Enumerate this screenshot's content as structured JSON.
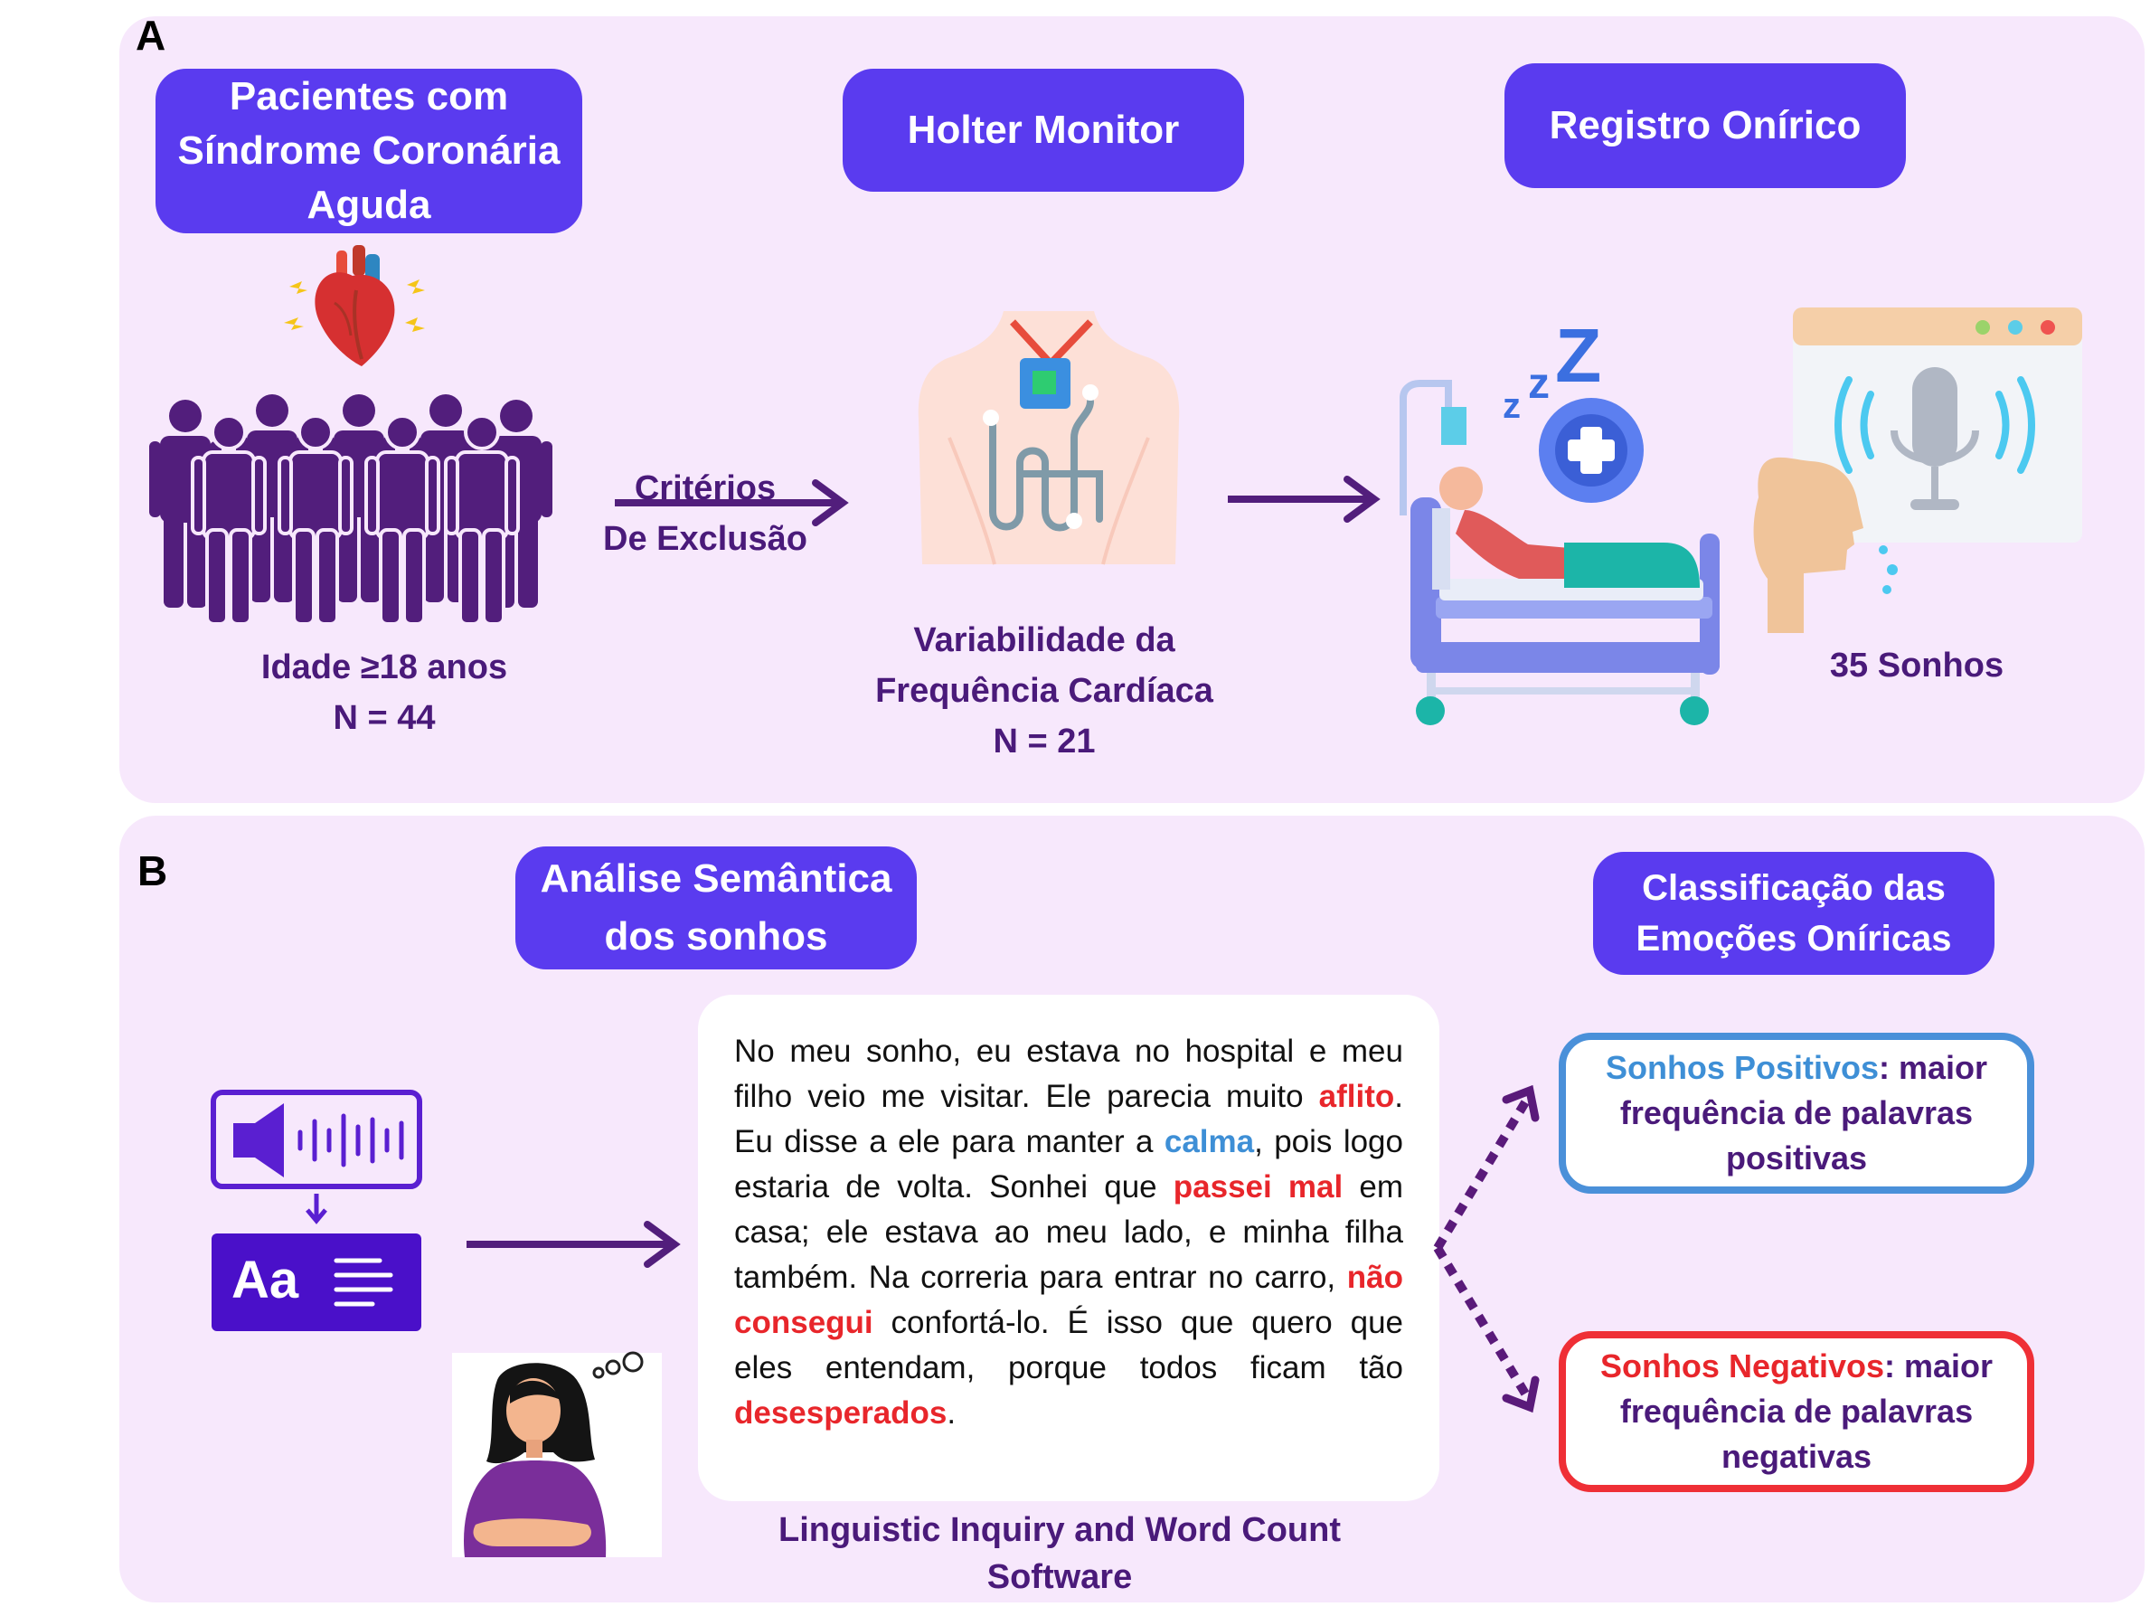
{
  "panel_a": {
    "label": "A",
    "pill_patients": "Pacientes com Síndrome Coronária Aguda",
    "pill_holter": "Holter Monitor",
    "pill_registro": "Registro Onírico",
    "age_text": "Idade ≥18 anos",
    "n_patients": "N = 44",
    "exclusion_line1": "Critérios",
    "exclusion_line2": "De Exclusão",
    "hrv_line1": "Variabilidade da",
    "hrv_line2": "Frequência Cardíaca",
    "n_hrv": "N = 21",
    "dreams_count": "35 Sonhos"
  },
  "panel_b": {
    "label": "B",
    "pill_analysis": "Análise Semântica dos sonhos",
    "pill_classification": "Classificação das Emoções Oníricas",
    "dream": {
      "t1": "No meu sonho, eu estava no hospital e meu filho veio me visitar. Ele parecia muito ",
      "w1": "aflito",
      "t2": ". Eu disse a ele para manter a ",
      "w2": "calma",
      "t3": ", pois logo estaria de volta. Sonhei que ",
      "w3": "passei mal",
      "t4": " em casa; ele estava ao meu lado, e minha filha também. Na correria para entrar no carro, ",
      "w4": "não consegui",
      "t5": " confortá-lo. É isso que quero que eles entendam, porque todos ficam tão ",
      "w5": "desesperados",
      "t6": "."
    },
    "software_line1": "Linguistic Inquiry and Word Count",
    "software_line2": "Software",
    "text_icon_label": "Aa",
    "positive": {
      "title": "Sonhos Positivos",
      "rest1": ": maior",
      "rest2": "frequência de palavras",
      "rest3": "positivas"
    },
    "negative": {
      "title": "Sonhos Negativos",
      "rest1": ": maior",
      "rest2": "frequência de palavras",
      "rest3": "negativas"
    }
  },
  "colors": {
    "panel_bg": "#f7e8fc",
    "pill": "#5a3bef",
    "text_purple": "#4a1a7a",
    "negative_red": "#e8262b",
    "positive_blue": "#3e8fd6",
    "people": "#521e7c"
  },
  "icons": [
    "heart-icon",
    "people-group-icon",
    "chest-holter-icon",
    "hospital-bed-icon",
    "voice-recording-icon",
    "audio-to-text-icon",
    "thinking-woman-icon"
  ]
}
